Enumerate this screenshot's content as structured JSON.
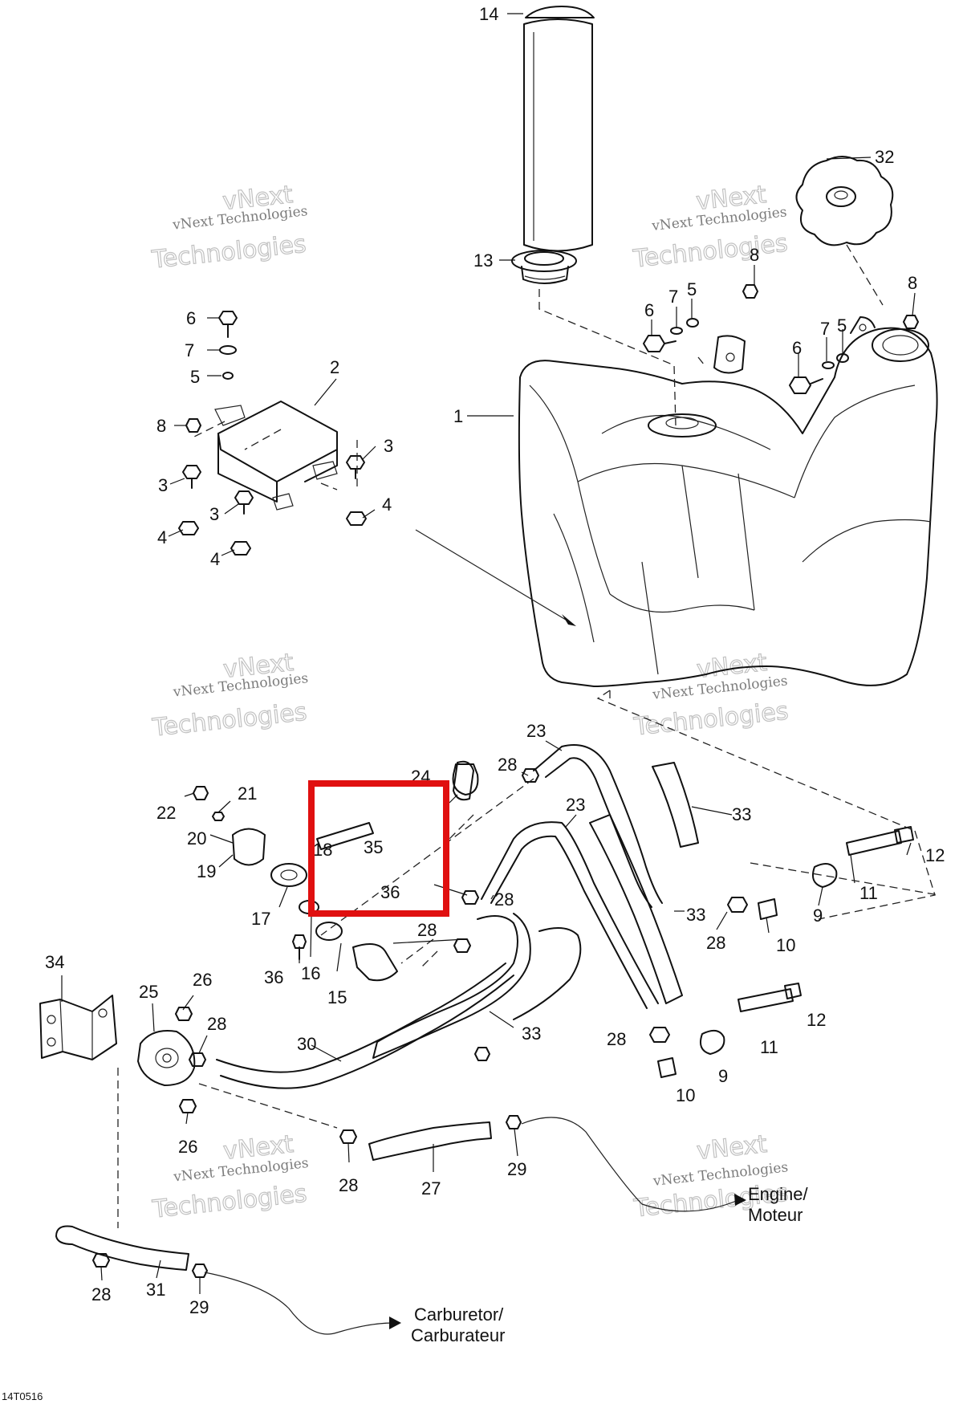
{
  "diagram": {
    "reference_code": "14T0516",
    "watermark": {
      "line1": "vNext",
      "line2": "Technologies",
      "small": "vNext Technologies"
    },
    "destinations": {
      "engine_en": "Engine/",
      "engine_fr": "Moteur",
      "carb_en": "Carburetor/",
      "carb_fr": "Carburateur"
    },
    "highlight": {
      "color": "#e01010",
      "items": [
        "18",
        "35",
        "36"
      ]
    },
    "callouts": [
      "14",
      "13",
      "32",
      "8",
      "7",
      "5",
      "6",
      "8",
      "7",
      "5",
      "6",
      "1",
      "6",
      "7",
      "5",
      "2",
      "8",
      "3",
      "3",
      "3",
      "4",
      "4",
      "4",
      "23",
      "28",
      "24",
      "23",
      "33",
      "22",
      "21",
      "20",
      "19",
      "18",
      "35",
      "36",
      "17",
      "28",
      "28",
      "33",
      "12",
      "11",
      "9",
      "10",
      "28",
      "36",
      "16",
      "15",
      "34",
      "25",
      "26",
      "28",
      "30",
      "33",
      "28",
      "11",
      "12",
      "9",
      "10",
      "26",
      "28",
      "27",
      "29",
      "28",
      "31",
      "29"
    ]
  }
}
